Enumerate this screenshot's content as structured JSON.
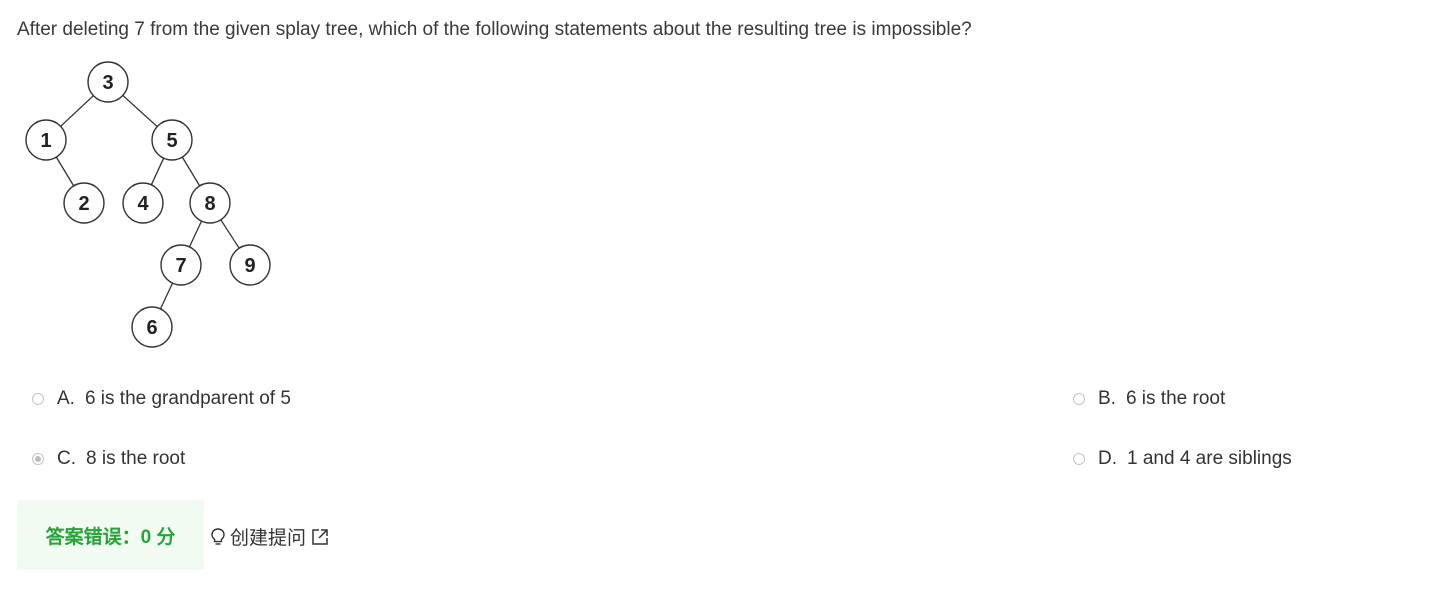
{
  "question": {
    "text": "After deleting 7 from the given splay tree, which of the following statements about the resulting tree is impossible?"
  },
  "tree": {
    "nodes": [
      {
        "id": "3",
        "label": "3"
      },
      {
        "id": "1",
        "label": "1"
      },
      {
        "id": "5",
        "label": "5"
      },
      {
        "id": "2",
        "label": "2"
      },
      {
        "id": "4",
        "label": "4"
      },
      {
        "id": "8",
        "label": "8"
      },
      {
        "id": "7",
        "label": "7"
      },
      {
        "id": "9",
        "label": "9"
      },
      {
        "id": "6",
        "label": "6"
      }
    ],
    "edges": [
      [
        "3",
        "1"
      ],
      [
        "3",
        "5"
      ],
      [
        "1",
        "2"
      ],
      [
        "5",
        "4"
      ],
      [
        "5",
        "8"
      ],
      [
        "8",
        "7"
      ],
      [
        "8",
        "9"
      ],
      [
        "7",
        "6"
      ]
    ]
  },
  "options": [
    {
      "letter": "A.",
      "text": "6 is the grandparent of 5",
      "selected": false
    },
    {
      "letter": "B.",
      "text": "6 is the root",
      "selected": false
    },
    {
      "letter": "C.",
      "text": "8 is the root",
      "selected": true
    },
    {
      "letter": "D.",
      "text": "1 and 4 are siblings",
      "selected": false
    }
  ],
  "result": {
    "label": "答案错误：0 分",
    "color": "#27a33a"
  },
  "create_question": {
    "label": "创建提问",
    "icon": "lightbulb-icon",
    "external_icon": "external-link-icon"
  }
}
